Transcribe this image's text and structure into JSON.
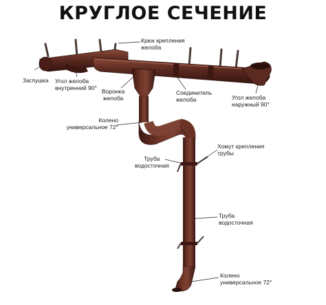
{
  "title": "КРУГЛОЕ СЕЧЕНИЕ",
  "colors": {
    "metal": "#5b2a20",
    "metal_dark": "#3d1812",
    "metal_light": "#7e4234",
    "bracket": "#4a3a36",
    "leader": "#222222"
  },
  "labels": {
    "hook": {
      "line1": "Крюк крепления",
      "line2": "желоба"
    },
    "end_cap": {
      "line1": "Заглушка"
    },
    "inner_corner": {
      "line1": "Угол желоба",
      "line2": "внутренний 90°"
    },
    "funnel": {
      "line1": "Воронка",
      "line2": "желоба"
    },
    "connector": {
      "line1": "Соединитель",
      "line2": "желоба"
    },
    "outer_corner": {
      "line1": "Угол желоба",
      "line2": "наружный 90°"
    },
    "elbow_top": {
      "line1": "Колено",
      "line2": "универсальное 72°"
    },
    "pipe_clamp": {
      "line1": "Хомут крепления",
      "line2": "трубы"
    },
    "pipe_upper": {
      "line1": "Труба",
      "line2": "водосточная"
    },
    "pipe_lower": {
      "line1": "Труба",
      "line2": "водосточная"
    },
    "elbow_bottom": {
      "line1": "Колено",
      "line2": "универсальное 72°"
    }
  }
}
